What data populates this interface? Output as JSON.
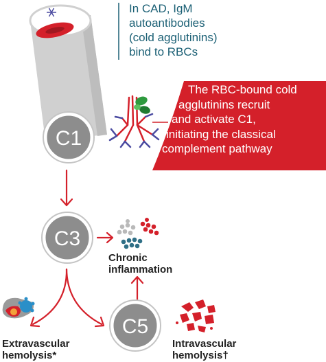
{
  "intro_caption": [
    "In CAD, IgM",
    "autoantibodies",
    "(cold agglutinins)",
    "bind to RBCs"
  ],
  "callout_caption": [
    "The RBC-bound cold",
    "agglutinins recruit",
    "and activate C1,",
    "initiating the classical",
    "complement pathway"
  ],
  "nodes": {
    "c1": "C1",
    "c3": "C3",
    "c5": "C5"
  },
  "outcomes": {
    "chronic": [
      "Chronic",
      "inflammation"
    ],
    "extravascular": [
      "Extravascular",
      "hemolysis*"
    ],
    "intravascular": [
      "Intravascular",
      "hemolysis†"
    ]
  },
  "icons": {
    "vessel": "blood-vessel-icon",
    "rbc": "red-blood-cell-icon",
    "snowflake": "snowflake-icon",
    "antibody": "igm-antibody-icon",
    "c1q": "c1-complex-icon",
    "inflammation": "inflammation-cells-icon",
    "liver": "liver-spleen-icon",
    "lysed_rbc": "lysed-rbc-icon"
  },
  "colors": {
    "accent_red": "#d4202a",
    "text_teal": "#1a5f74",
    "node_gray": "#8d8d8d",
    "vessel_gray": "#cfcfcf",
    "antibody_purple": "#4a4aa0",
    "c1_green": "#2e9a3e"
  }
}
